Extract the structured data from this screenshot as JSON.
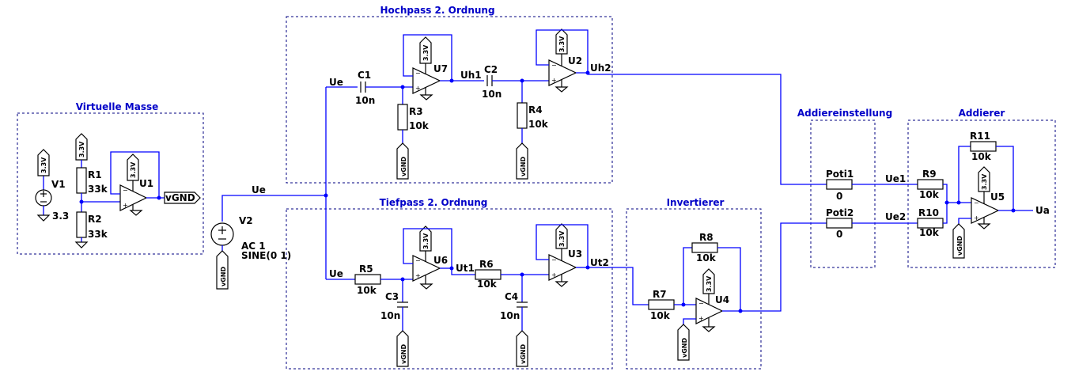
{
  "blocks": {
    "virtual_ground": "Virtuelle Masse",
    "highpass": "Hochpass 2. Ordnung",
    "lowpass": "Tiefpass 2. Ordnung",
    "inverter": "Invertierer",
    "adjust": "Addiereinstellung",
    "adder": "Addierer"
  },
  "supply": "3.3V",
  "gnd": "vGND",
  "components": {
    "V1": {
      "name": "V1",
      "value": "3.3"
    },
    "R1": {
      "name": "R1",
      "value": "33k"
    },
    "R2": {
      "name": "R2",
      "value": "33k"
    },
    "U1": {
      "name": "U1"
    },
    "V2": {
      "name": "V2",
      "value1": "AC 1",
      "value2": "SINE(0 1)"
    },
    "C1": {
      "name": "C1",
      "value": "10n"
    },
    "R3": {
      "name": "R3",
      "value": "10k"
    },
    "U7": {
      "name": "U7"
    },
    "C2": {
      "name": "C2",
      "value": "10n"
    },
    "R4": {
      "name": "R4",
      "value": "10k"
    },
    "U2": {
      "name": "U2"
    },
    "R5": {
      "name": "R5",
      "value": "10k"
    },
    "C3": {
      "name": "C3",
      "value": "10n"
    },
    "U6": {
      "name": "U6"
    },
    "R6": {
      "name": "R6",
      "value": "10k"
    },
    "C4": {
      "name": "C4",
      "value": "10n"
    },
    "U3": {
      "name": "U3"
    },
    "R7": {
      "name": "R7",
      "value": "10k"
    },
    "R8": {
      "name": "R8",
      "value": "10k"
    },
    "U4": {
      "name": "U4"
    },
    "Poti1": {
      "name": "Poti1",
      "value": "0"
    },
    "Poti2": {
      "name": "Poti2",
      "value": "0"
    },
    "R9": {
      "name": "R9",
      "value": "10k"
    },
    "R10": {
      "name": "R10",
      "value": "10k"
    },
    "R11": {
      "name": "R11",
      "value": "10k"
    },
    "U5": {
      "name": "U5"
    }
  },
  "nets": {
    "ue": "Ue",
    "uh1": "Uh1",
    "uh2": "Uh2",
    "ut1": "Ut1",
    "ut2": "Ut2",
    "ue1": "Ue1",
    "ue2": "Ue2",
    "ua": "Ua",
    "vgnd_out": "vGND"
  }
}
